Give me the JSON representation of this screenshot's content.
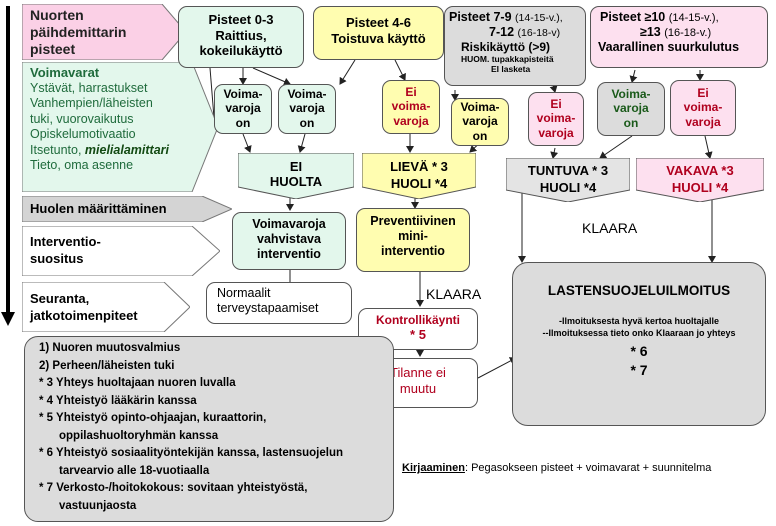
{
  "left": {
    "header": [
      "Nuorten",
      "päihdemittarin",
      "pisteet"
    ],
    "voimavarat_title": "Voimavarat",
    "voimavarat_lines": [
      "Ystävät, harrastukset",
      "Vanhempien/läheisten",
      "tuki, vuorovaikutus",
      "Opiskelumotivaatio",
      "Itsetunto,"
    ],
    "mielialamittari": "mielialamittari",
    "voimavarat_last": "Tieto, oma asenne",
    "huolen": "Huolen määrittäminen",
    "interventio": [
      "Interventio-",
      "suositus"
    ],
    "seuranta": [
      "Seuranta,",
      "jatkotoimenpiteet"
    ]
  },
  "top": {
    "p03": [
      "Pisteet 0-3",
      "Raittius,",
      "kokeilukäyttö"
    ],
    "p46": [
      "Pisteet 4-6",
      "Toistuva käyttö"
    ],
    "p79_head": "Pisteet 7-9",
    "p79_age1": "(14-15-v.),",
    "p712_head": "7-12",
    "p712_age": "(16-18-v)",
    "p79_sub": "Riskikäyttö (>9)",
    "p79_note": [
      "HUOM. tupakkapisteitä",
      "EI lasketa"
    ],
    "p10_head": "Pisteet ≥10",
    "p10_age1": "(14-15-v.),",
    "p13_head": "≥13",
    "p13_age": "(16-18-v.)",
    "p10_sub": "Vaarallinen suurkulutus"
  },
  "mid": {
    "voima_on_1": [
      "Voima-",
      "varoja",
      "on"
    ],
    "voima_on_2": [
      "Voima-",
      "varoja",
      "on"
    ],
    "ei_voima_1": [
      "Ei",
      "voima-",
      "varoja"
    ],
    "voima_on_3": [
      "Voima-",
      "varoja",
      "on"
    ],
    "ei_voima_2": [
      "Ei",
      "voima-",
      "varoja"
    ],
    "voima_on_4": [
      "Voima-",
      "varoja",
      "on"
    ],
    "ei_voima_3": [
      "Ei",
      "voima-",
      "varoja"
    ]
  },
  "level": {
    "ei_huolta": [
      "EI",
      "HUOLTA"
    ],
    "lieva": [
      "LIEVÄ * 3",
      "HUOLI *4"
    ],
    "tuntuva": [
      "TUNTUVA * 3",
      "HUOLI *4"
    ],
    "vakava": [
      "VAKAVA *3",
      "HUOLI *4"
    ]
  },
  "interv": {
    "voimavaroja": [
      "Voimavaroja",
      "vahvistava",
      "interventio"
    ],
    "preventiivinen": [
      "Preventiivinen",
      "mini-",
      "interventio"
    ],
    "klaara_top": "KLAARA",
    "klaara_mid": "KLAARA"
  },
  "follow": {
    "normaalit": [
      "Normaalit",
      "terveystapaamiset"
    ],
    "kontrolli": "Kontrollikäynti",
    "kontrolli_num": "* 5",
    "tilanne": [
      "Tilanne ei",
      "muutu"
    ]
  },
  "lastensuojelu": {
    "title": "LASTENSUOJELUILMOITUS",
    "line1": "-Ilmoituksesta hyvä kertoa huoltajalle",
    "line2": "--Ilmoituksessa tieto onko Klaaraan jo yhteys",
    "n6": "* 6",
    "n7": "* 7"
  },
  "notes": [
    "1) Nuoren muutosvalmius",
    "2) Perheen/läheisten tuki",
    "* 3 Yhteys huoltajaan nuoren luvalla",
    "* 4 Yhteistyö lääkärin kanssa",
    "* 5 Yhteistyö opinto-ohjaajan, kuraattorin,",
    "oppilashuoltoryhmän kanssa",
    "* 6 Yhteistyö sosiaalityöntekijän kanssa, lastensuojelun",
    "tarvearvio alle 18-vuotiaalla",
    "* 7 Verkosto-/hoitokokous: sovitaan yhteistyöstä,",
    "vastuunjaosta"
  ],
  "kirjaaminen": {
    "label": "Kirjaaminen",
    "text": ": Pegasokseen pisteet  + voimavarat + suunnitelma"
  },
  "colors": {
    "mint": "#e3f7ec",
    "yellow": "#fffdb0",
    "pink": "#fde0ef",
    "gray": "#dcdcdc",
    "red": "#b0001e"
  }
}
